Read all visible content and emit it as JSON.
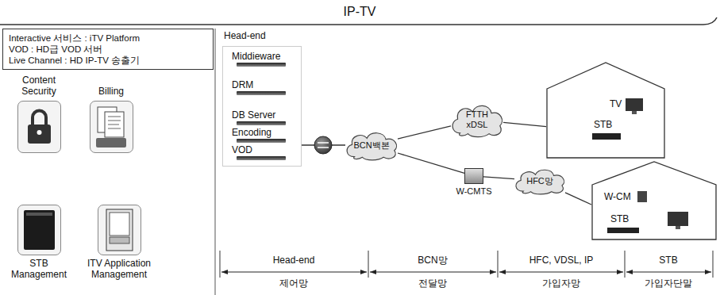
{
  "diagram": {
    "title": "IP-TV",
    "nodes": [
      {
        "text": [
          "Interactive 서비스 : iTV Platform",
          "VOD : HD급 VOD 서버",
          "Live Channel : HD IP-TV 송출기"
        ]
      },
      {
        "text": [
          "Content Security"
        ]
      },
      {
        "text": [
          "Billing"
        ]
      },
      {
        "text": [
          "STB Management"
        ]
      },
      {
        "text": [
          "ITV Application Management"
        ]
      },
      {
        "text": [
          "Head-end"
        ]
      },
      {
        "text": [
          "Middieware"
        ],
        "in": 5
      },
      {
        "text": [
          "DRM"
        ],
        "in": 5
      },
      {
        "text": [
          "DB Server"
        ],
        "in": 5
      },
      {
        "text": [
          "Encoding"
        ],
        "in": 5
      },
      {
        "text": [
          "VOD"
        ],
        "in": 5
      },
      {
        "text": [
          "BCN백본"
        ]
      },
      {
        "text": [
          "FTTH xDSL"
        ]
      },
      {
        "text": [
          "TV",
          "STB"
        ]
      },
      {
        "text": [
          "W-CMTS"
        ]
      },
      {
        "text": [
          "HFC망"
        ]
      },
      {
        "text": [
          "W-CM",
          "STB"
        ]
      }
    ],
    "edges": [
      {
        "from": 5,
        "to": 11,
        "arrow": "none"
      },
      {
        "from": 11,
        "to": 12,
        "arrow": "none"
      },
      {
        "from": 11,
        "to": 14,
        "arrow": "none"
      },
      {
        "from": 14,
        "to": 15,
        "arrow": "none"
      },
      {
        "from": 12,
        "to": 13,
        "arrow": "none"
      },
      {
        "from": 15,
        "to": 16,
        "arrow": "none"
      }
    ],
    "labels": [
      "Head-end",
      "제어망",
      "BCN망",
      "전달망",
      "HFC, VDSL, IP",
      "가입자망",
      "STB",
      "가입자단말"
    ]
  }
}
